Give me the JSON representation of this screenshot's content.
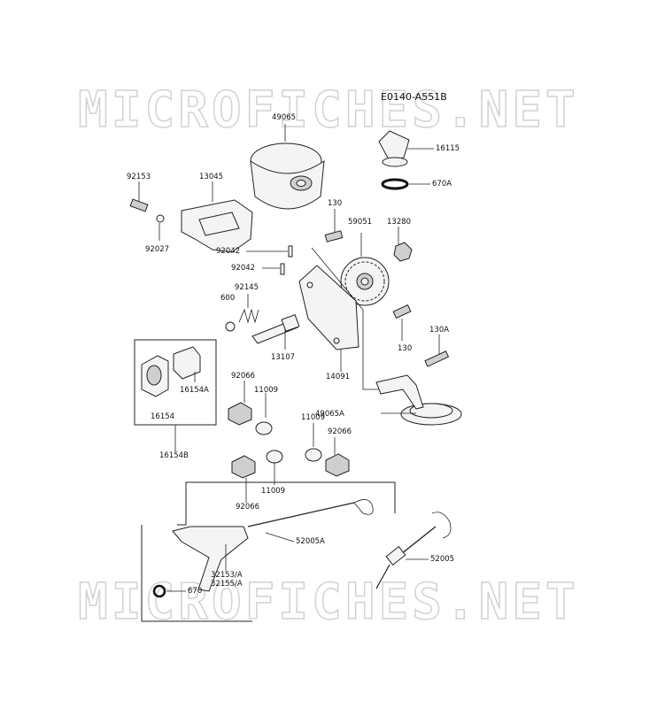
{
  "diagram": {
    "reference_code": "E0140-A551B",
    "watermark_text": "MICROFICHES.NET",
    "parts": [
      {
        "number": "49065"
      },
      {
        "number": "16115"
      },
      {
        "number": "670A"
      },
      {
        "number": "92153"
      },
      {
        "number": "13045"
      },
      {
        "number": "130"
      },
      {
        "number": "59051"
      },
      {
        "number": "13280"
      },
      {
        "number": "92027"
      },
      {
        "number": "92042"
      },
      {
        "number": "92042"
      },
      {
        "number": "92145"
      },
      {
        "number": "600"
      },
      {
        "number": "130"
      },
      {
        "number": "130A"
      },
      {
        "number": "13107"
      },
      {
        "number": "14091"
      },
      {
        "number": "16154A"
      },
      {
        "number": "16154"
      },
      {
        "number": "92066"
      },
      {
        "number": "11009"
      },
      {
        "number": "16154B"
      },
      {
        "number": "11009"
      },
      {
        "number": "92066"
      },
      {
        "number": "49065A"
      },
      {
        "number": "11009"
      },
      {
        "number": "92066"
      },
      {
        "number": "52005A"
      },
      {
        "number": "52005"
      },
      {
        "number": "32153/A"
      },
      {
        "number": "32155/A"
      },
      {
        "number": "670"
      }
    ]
  }
}
